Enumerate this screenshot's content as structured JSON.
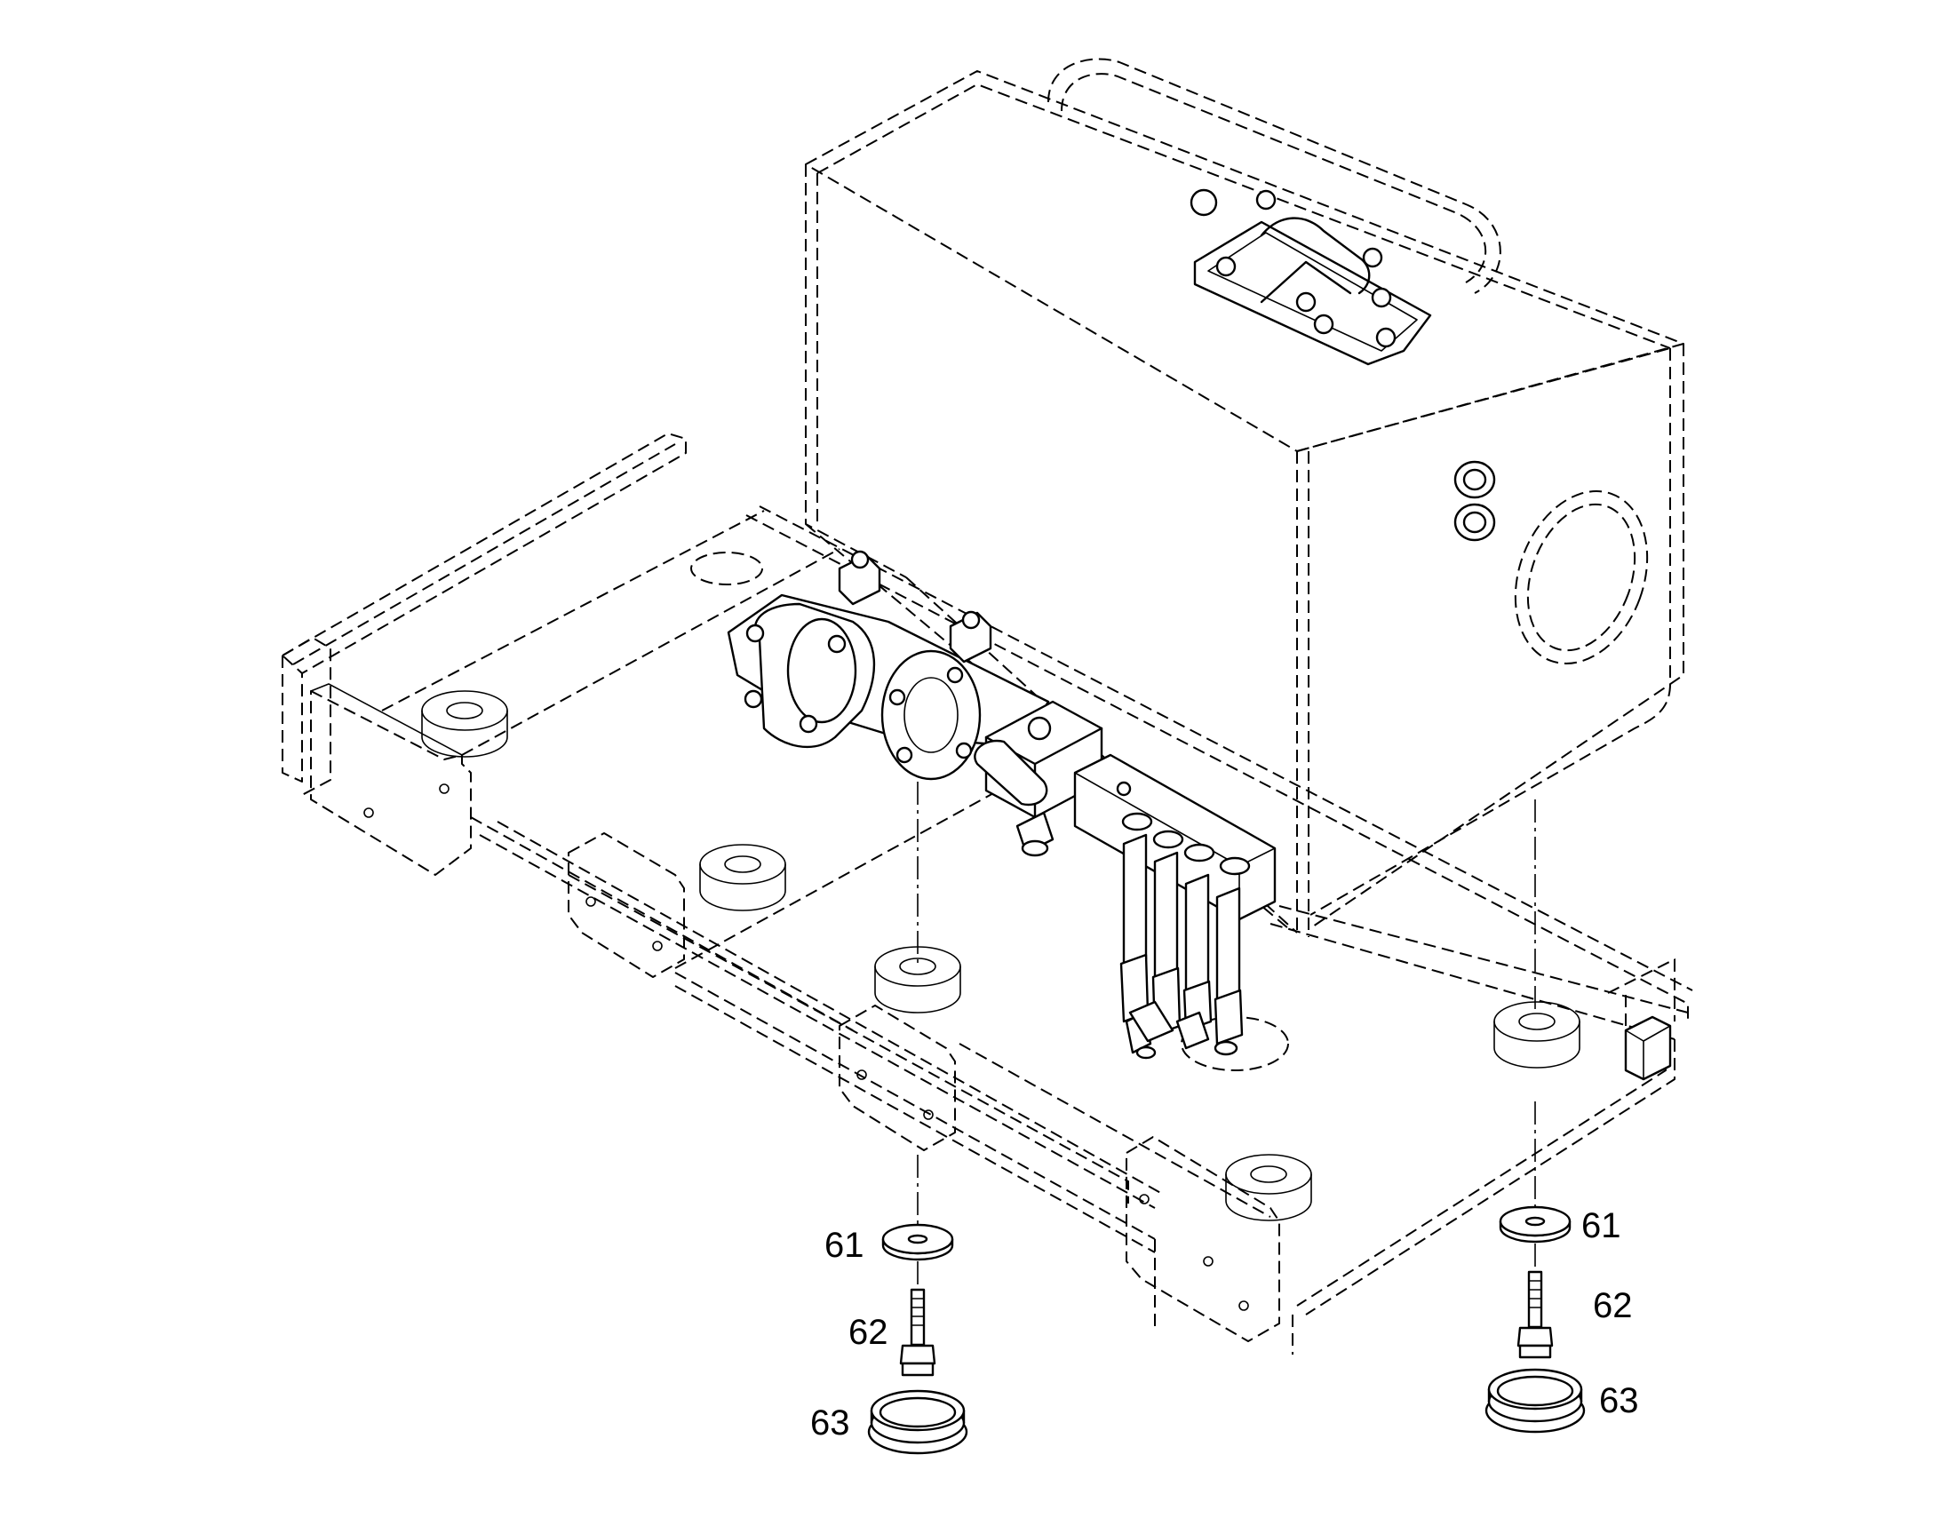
{
  "diagram": {
    "type": "exploded-parts-view",
    "callouts": [
      {
        "id": "left-61",
        "label": "61"
      },
      {
        "id": "left-62",
        "label": "62"
      },
      {
        "id": "left-63",
        "label": "63"
      },
      {
        "id": "right-61",
        "label": "61"
      },
      {
        "id": "right-62",
        "label": "62"
      },
      {
        "id": "right-63",
        "label": "63"
      }
    ]
  }
}
